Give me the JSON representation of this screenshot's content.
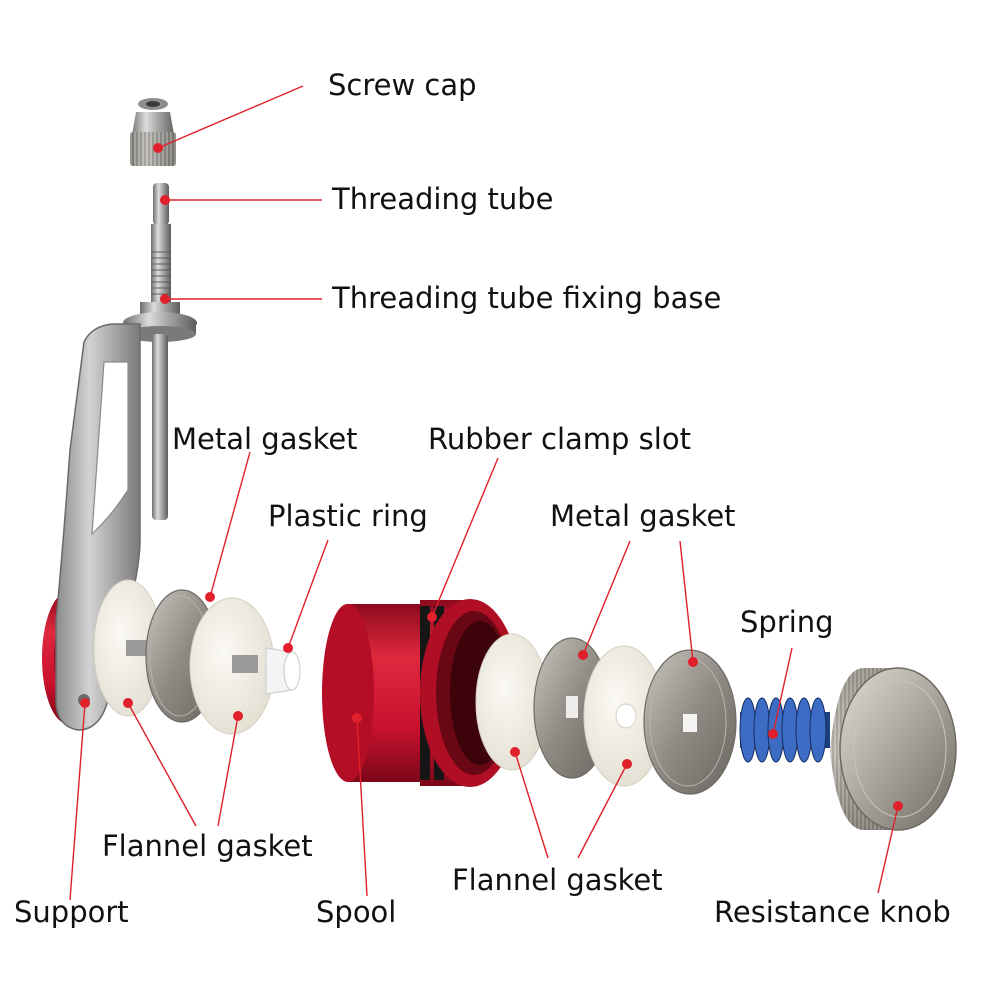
{
  "labels": {
    "screw_cap": "Screw cap",
    "threading_tube": "Threading tube",
    "threading_tube_fixing_base": "Threading tube fixing base",
    "metal_gasket_left": "Metal gasket",
    "rubber_clamp_slot": "Rubber clamp slot",
    "plastic_ring": "Plastic ring",
    "metal_gasket_right": "Metal gasket",
    "spring": "Spring",
    "flannel_gasket_left": "Flannel gasket",
    "flannel_gasket_right": "Flannel gasket",
    "support": "Support",
    "spool": "Spool",
    "resistance_knob": "Resistance knob"
  },
  "colors": {
    "leader_line": "#e0202a",
    "marker_dot": "#e0202a",
    "spool_red": "#c8102e",
    "metal": "#9a9a9a",
    "felt": "#f1ede4",
    "spring_blue": "#2a55a8",
    "rubber": "#1a1a1a"
  }
}
